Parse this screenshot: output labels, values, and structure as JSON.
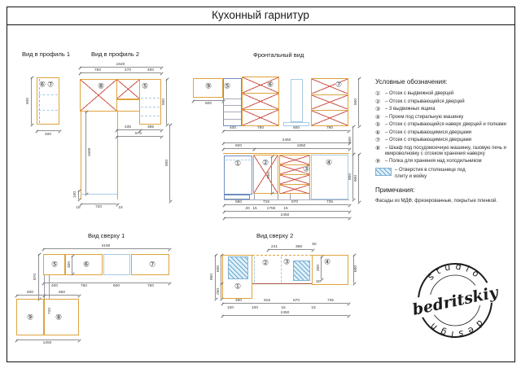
{
  "title": "Кухонный гарнитур",
  "views": {
    "profile1": {
      "label": "Вид в профиль 1",
      "m6": "⑥",
      "m7": "⑦",
      "dims": {
        "h": "900",
        "w": "400"
      }
    },
    "profile2": {
      "label": "Вид в профиль 2",
      "m8": "⑧",
      "m5": "⑤",
      "dims": {
        "total": "1620",
        "s1": "750",
        "s2": "470",
        "s3": "400",
        "d435": "435",
        "d385": "385",
        "d870": "870",
        "r900u": "900",
        "r900l": "900",
        "l1600": "1600",
        "l100": "100",
        "b720": "720",
        "b15a": "15",
        "b15b": "15"
      }
    },
    "front": {
      "label": "Фронтальный вид",
      "m9": "⑨",
      "m5": "⑤",
      "m6": "⑥",
      "m7": "⑦",
      "m1": "①",
      "m2": "②",
      "m3": "③",
      "m4": "④",
      "dims": {
        "u600": "600",
        "row400": "400",
        "row760": "760",
        "row600": "600",
        "row790": "790",
        "r900u": "900",
        "t2450": "2450",
        "t600": "600",
        "t1850": "1850",
        "in850": "850",
        "b580": "580",
        "b715": "715",
        "b570": "570",
        "b735": "735",
        "b20": "20",
        "b15a": "15",
        "b1755": "1755",
        "b15b": "15",
        "b2450": "2450",
        "r600": "600",
        "r850": "850",
        "r900l": "900"
      }
    },
    "top1": {
      "label": "Вид сверху 1",
      "m5": "⑤",
      "m6": "⑥",
      "m7": "⑦",
      "m8": "⑧",
      "m9": "⑨",
      "dims": {
        "t3190": "3190",
        "b400": "400",
        "b750a": "750",
        "b600": "600",
        "b750b": "750",
        "l870": "870",
        "in300": "300",
        "w600": "600",
        "w650": "650",
        "d720": "720",
        "b1250": "1250"
      }
    },
    "top2": {
      "label": "Вид сверху 2",
      "m1": "①",
      "m2": "②",
      "m3": "③",
      "m4": "④",
      "dims": {
        "t241": "241",
        "t368": "368",
        "t50": "50",
        "l850": "850",
        "l600": "600",
        "l250": "250",
        "r300": "300",
        "r50": "50",
        "r600": "600",
        "b480": "480",
        "b915": "915",
        "b570": "570",
        "b735": "735",
        "b100a": "100",
        "b100b": "100",
        "b15a": "15",
        "b15b": "15",
        "b2450": "2450"
      }
    }
  },
  "legend": {
    "heading": "Условные обозначения:",
    "items": [
      {
        "num": "①",
        "text": "– Отсек с выдвижной дверцей"
      },
      {
        "num": "②",
        "text": "– Отсек с открывающейся дверцей"
      },
      {
        "num": "③",
        "text": "– 3 выдвижных ящика"
      },
      {
        "num": "④",
        "text": "– Проем под стиральную машинку"
      },
      {
        "num": "⑤",
        "text": "– Отсек с открывающейся наверх дверцей и полками"
      },
      {
        "num": "⑥",
        "text": "– Отсек с открывающимися дверцами"
      },
      {
        "num": "⑦",
        "text": "– Отсек с открывающимися дверцами"
      },
      {
        "num": "⑧",
        "text": "– Шкаф под посудомоечную машинку, газовую печь и микроволновку с отсеком хранения наверху"
      },
      {
        "num": "⑨",
        "text": "– Полка для хранения над холодильником"
      }
    ],
    "hatch_text": "– Отверстия в столешнице под плиту и мойку"
  },
  "notes": {
    "heading": "Примечания:",
    "body": "Фасады из МДФ, фрезерованные, покрытые пленкой."
  },
  "stamp": {
    "arc_top": "studio",
    "name": "bedritskiy",
    "arc_bottom": "design"
  },
  "colors": {
    "orange": "#DFA33E",
    "blue": "#6E8FC2",
    "light_blue": "#A6CBE4",
    "red": "#CC5247",
    "hatch_blue": "#7FB2D4"
  }
}
